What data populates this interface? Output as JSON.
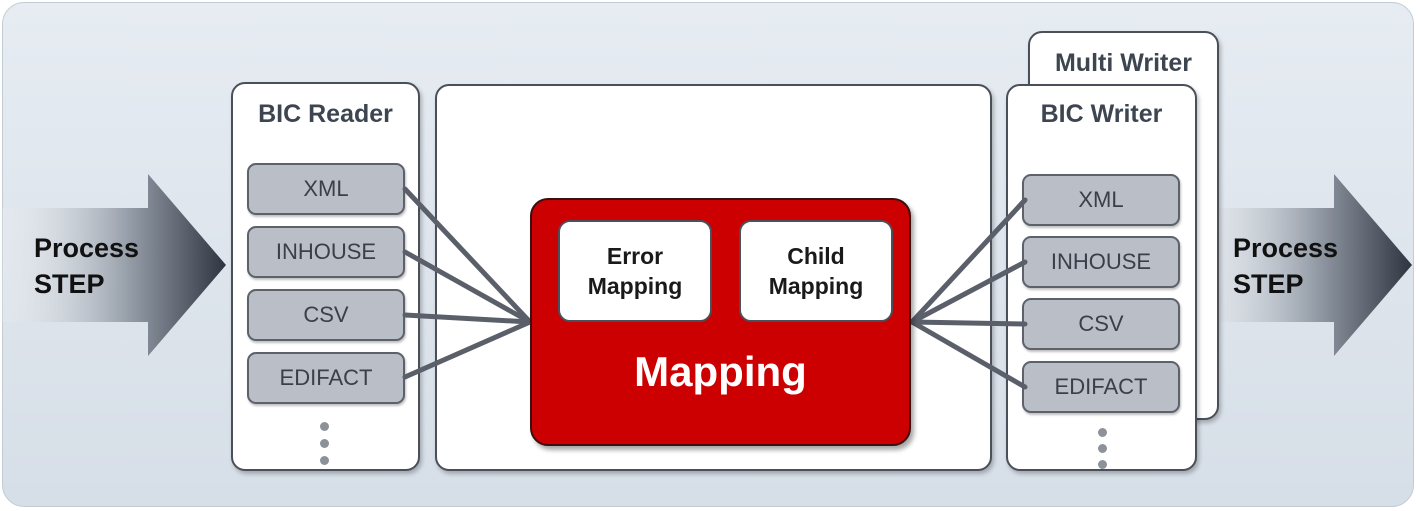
{
  "left_process": {
    "line1": "Process",
    "line2": "STEP"
  },
  "right_process": {
    "line1": "Process",
    "line2": "STEP"
  },
  "reader": {
    "title": "BIC Reader",
    "formats": [
      "XML",
      "INHOUSE",
      "CSV",
      "EDIFACT"
    ]
  },
  "writer": {
    "back_title": "Multi Writer",
    "title": "BIC Writer",
    "formats": [
      "XML",
      "INHOUSE",
      "CSV",
      "EDIFACT"
    ]
  },
  "mapping": {
    "label": "Mapping",
    "error_line1": "Error",
    "error_line2": "Mapping",
    "child_line1": "Child",
    "child_line2": "Mapping"
  },
  "colors": {
    "mapping_fill": "#cc0000",
    "format_fill": "#b9bec7",
    "connector": "#5a5f69",
    "background": "#dde4eb"
  }
}
